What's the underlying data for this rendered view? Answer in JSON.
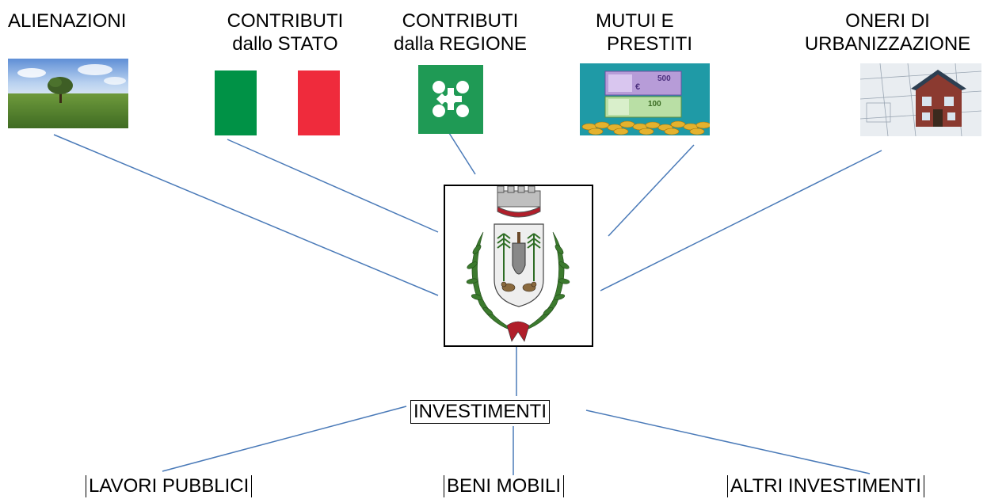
{
  "sources": [
    {
      "id": "alienazioni",
      "lines": [
        "ALIENAZIONI"
      ]
    },
    {
      "id": "stato",
      "lines": [
        "CONTRIBUTI",
        "dallo STATO"
      ]
    },
    {
      "id": "regione",
      "lines": [
        "CONTRIBUTI",
        "dalla REGIONE"
      ]
    },
    {
      "id": "mutui",
      "lines": [
        "MUTUI E",
        "PRESTITI"
      ]
    },
    {
      "id": "oneri",
      "lines": [
        "ONERI DI",
        "URBANIZZAZIONE"
      ]
    }
  ],
  "hub": {
    "label": "INVESTIMENTI"
  },
  "outputs": [
    "LAVORI PUBBLICI",
    "BENI MOBILI",
    "ALTRI INVESTIMENTI"
  ],
  "banknotes": {
    "top": "500",
    "bottom": "100"
  },
  "colors": {
    "connector": "#4a7ab8",
    "flag_green": "#009246",
    "flag_red": "#ef2b3c",
    "region_green": "#1f9a55",
    "teal": "#1f9aa6"
  }
}
